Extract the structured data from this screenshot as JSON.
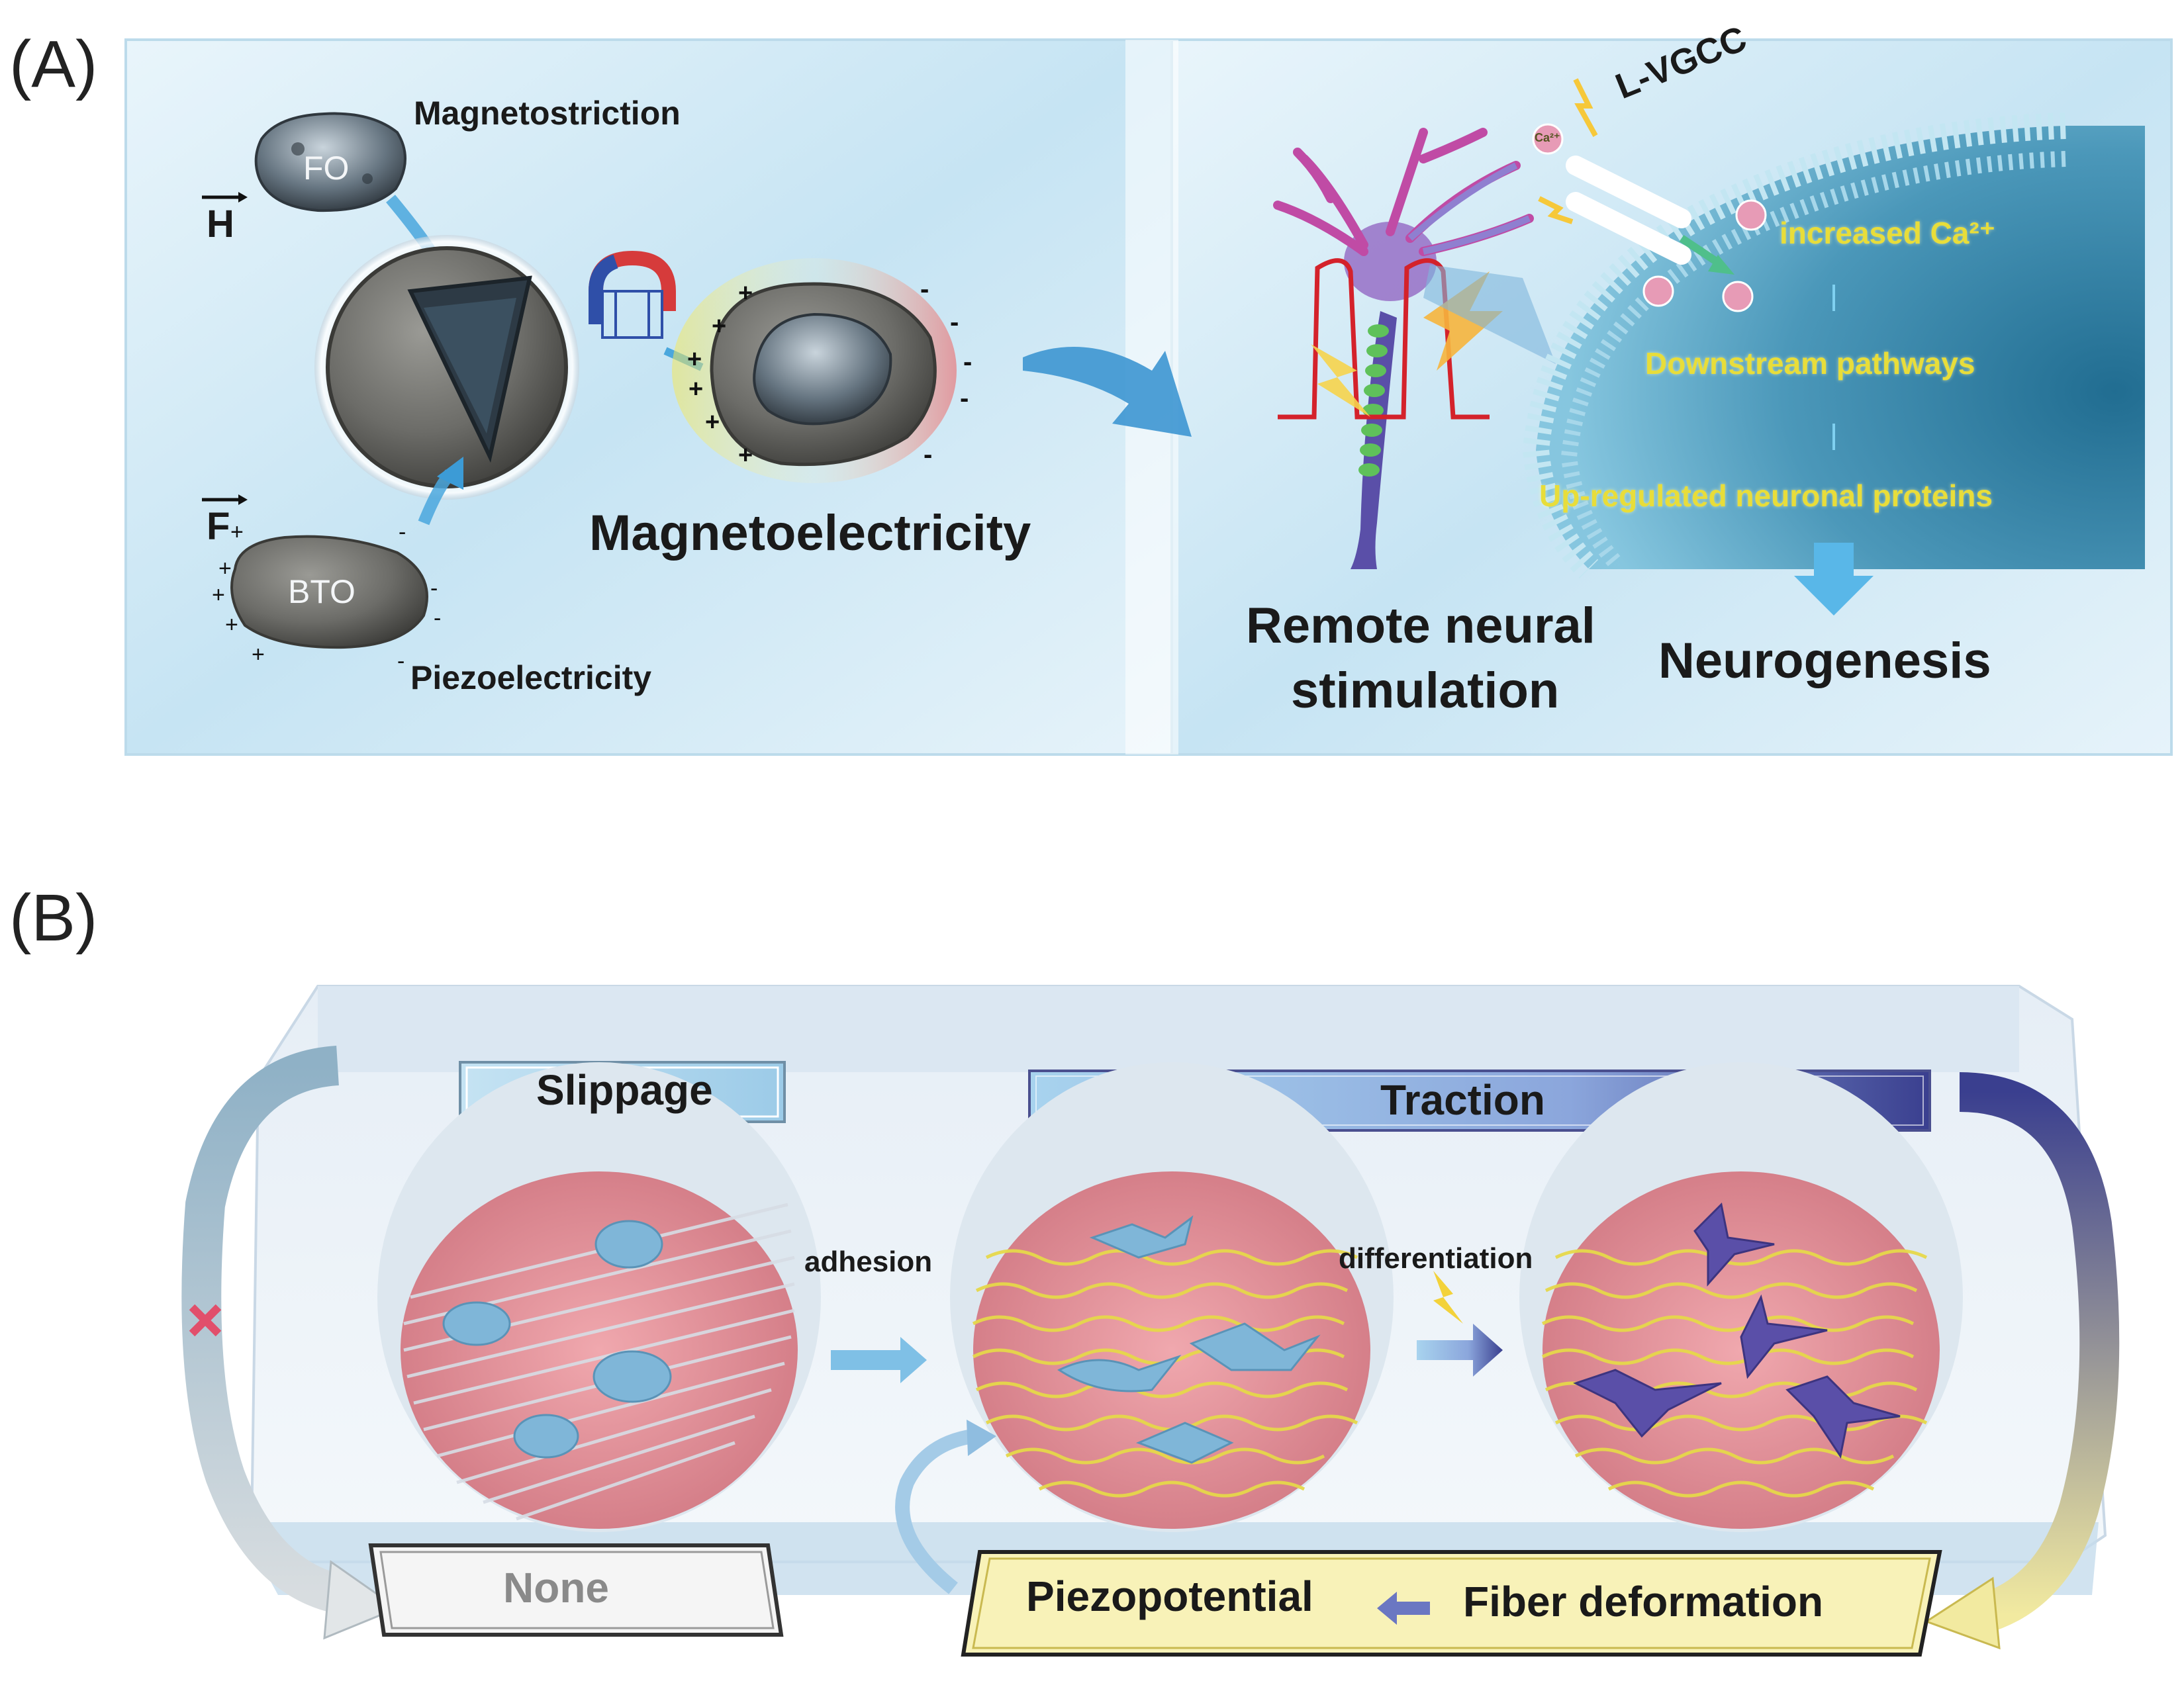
{
  "panel_a": {
    "label": "(A)",
    "magnetostriction": "Magnetostriction",
    "fo": "FO",
    "h_symbol": "H",
    "f_symbol": "F",
    "bto": "BTO",
    "piezoelectricity": "Piezoelectricity",
    "magnetoelectricity": "Magnetoelectricity",
    "remote_neural_line1": "Remote neural",
    "remote_neural_line2": "stimulation",
    "lvgcc": "L-VGCC",
    "ca": "Ca²⁺",
    "increased_ca": "increased Ca²⁺",
    "downstream": "Downstream pathways",
    "upregulated": "Up-regulated neuronal proteins",
    "neurogenesis": "Neurogenesis"
  },
  "panel_b": {
    "label": "(B)",
    "slippage": "Slippage",
    "traction": "Traction",
    "adhesion": "adhesion",
    "differentiation": "differentiation",
    "none": "None",
    "piezopotential": "Piezopotential",
    "fiber_deformation": "Fiber deformation"
  },
  "colors": {
    "panel_bg": "#cfe9f6",
    "arrow_blue": "#3c8fcf",
    "traction_navy": "#3a3f8f",
    "dish_pink": "#e79aa2",
    "fiber_yellow": "#e6d84a",
    "cell_blue": "#7fb6d8",
    "neuron_purple": "#5a4fa8",
    "yellow_label": "#f8f2b8"
  }
}
